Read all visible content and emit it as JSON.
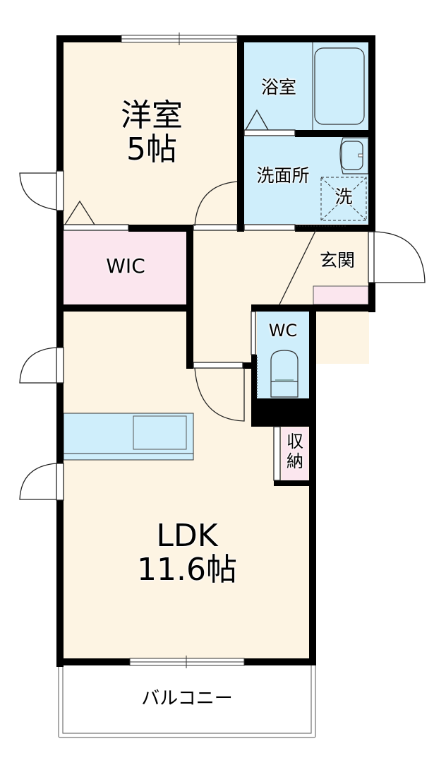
{
  "floorplan": {
    "colors": {
      "wall": "#000000",
      "room_floor": "#fdf4e3",
      "wet_area": "#cfeefb",
      "storage": "#fbe6ee",
      "balcony": "#ffffff"
    },
    "rooms": {
      "western_room": {
        "name": "洋室",
        "size": "5帖",
        "label": "洋室\n5帖"
      },
      "bathroom": {
        "label": "浴室"
      },
      "washroom": {
        "label": "洗面所"
      },
      "washer_space": {
        "label": "洗"
      },
      "entrance": {
        "label": "玄関"
      },
      "wic": {
        "label": "WIC"
      },
      "wc": {
        "label": "WC"
      },
      "storage": {
        "label": "収\n納"
      },
      "ldk": {
        "name": "LDK",
        "size": "11.6帖",
        "label": "LDK\n11.6帖"
      },
      "balcony": {
        "label": "バルコニー"
      }
    }
  }
}
